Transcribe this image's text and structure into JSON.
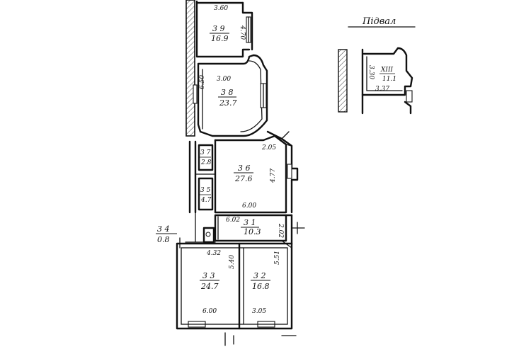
{
  "title": "Підвал",
  "rooms": [
    {
      "id": "3-9",
      "number": "3 9",
      "area": "16.9"
    },
    {
      "id": "3-8",
      "number": "3 8",
      "area": "23.7"
    },
    {
      "id": "3-7",
      "number": "3 7",
      "area": "2.8"
    },
    {
      "id": "3-6",
      "number": "3 6",
      "area": "27.6"
    },
    {
      "id": "3-5",
      "number": "3 5",
      "area": "4.7"
    },
    {
      "id": "3-1",
      "number": "3 1",
      "area": "10.3"
    },
    {
      "id": "3-4",
      "number": "3 4",
      "area": "0.8"
    },
    {
      "id": "3-3",
      "number": "3 3",
      "area": "24.7"
    },
    {
      "id": "3-2",
      "number": "3 2",
      "area": "16.8"
    },
    {
      "id": "XIII",
      "number": "XIII",
      "area": "11.1"
    }
  ],
  "dimensions": [
    {
      "id": "d1",
      "value": "3.60"
    },
    {
      "id": "d2",
      "value": "4.70"
    },
    {
      "id": "d3",
      "value": "3.00"
    },
    {
      "id": "d4",
      "value": "6.50"
    },
    {
      "id": "d5",
      "value": "2.05"
    },
    {
      "id": "d6",
      "value": "4.77"
    },
    {
      "id": "d7",
      "value": "6.00"
    },
    {
      "id": "d8",
      "value": "6.02"
    },
    {
      "id": "d9",
      "value": "2.02"
    },
    {
      "id": "d10",
      "value": "4.32"
    },
    {
      "id": "d11",
      "value": "5.40"
    },
    {
      "id": "d12",
      "value": "5.51"
    },
    {
      "id": "d13",
      "value": "6.00"
    },
    {
      "id": "d14",
      "value": "3.05"
    },
    {
      "id": "d15",
      "value": "3.37"
    },
    {
      "id": "d16",
      "value": "3.30"
    }
  ]
}
